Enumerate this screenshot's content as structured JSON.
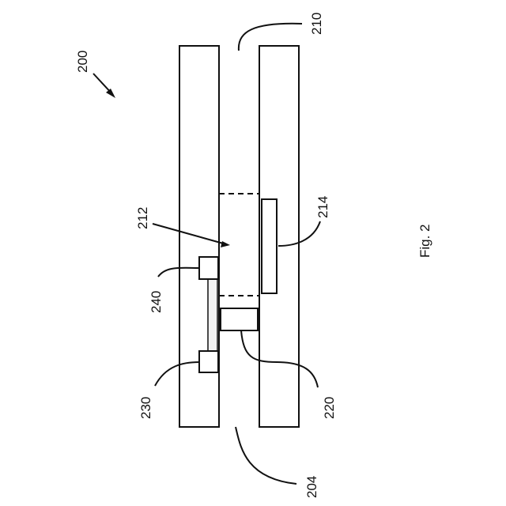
{
  "figure": {
    "caption": "Fig. 2",
    "labels": {
      "l200": "200",
      "l210": "210",
      "l212": "212",
      "l214": "214",
      "l240": "240",
      "l230": "230",
      "l220": "220",
      "l204": "204"
    }
  },
  "colors": {
    "ink": "#111111",
    "fill": "#ffffff",
    "rail_fill": "#f2f2f2"
  }
}
